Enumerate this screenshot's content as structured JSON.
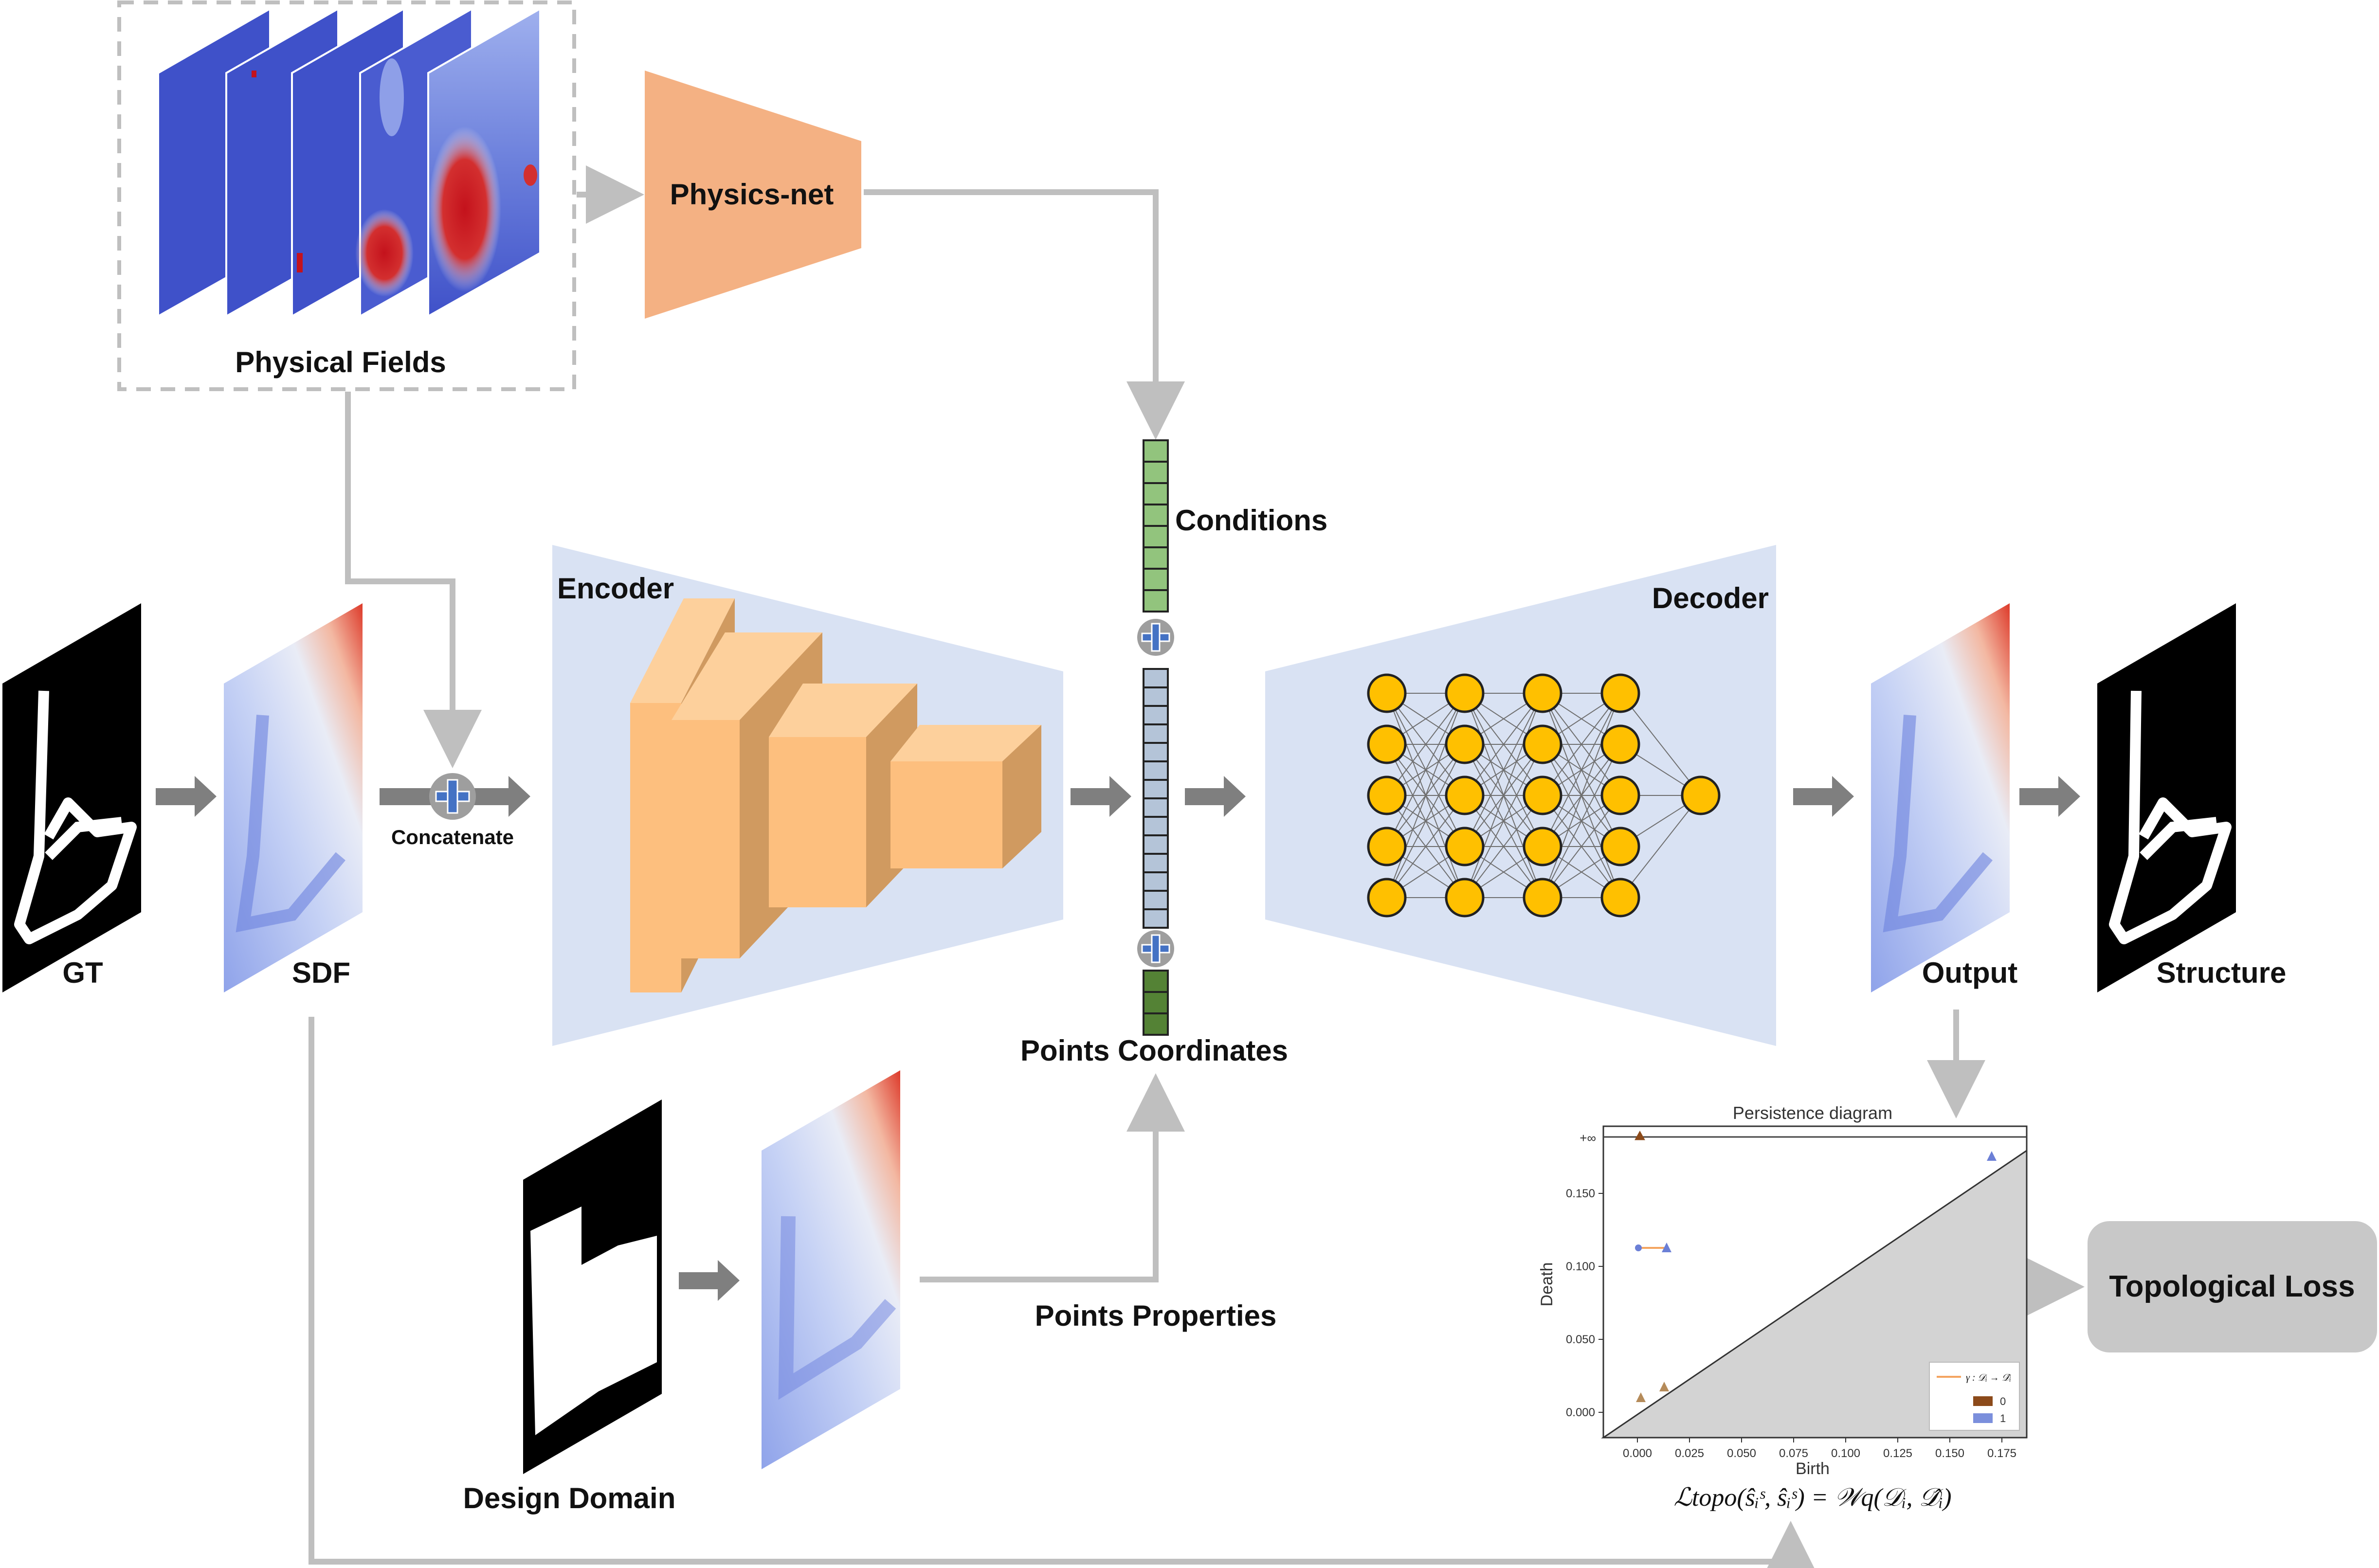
{
  "labels": {
    "physical_fields": "Physical Fields",
    "physics_net": "Physics-net",
    "conditions": "Conditions",
    "encoder": "Encoder",
    "decoder": "Decoder",
    "concatenate": "Concatenate",
    "gt": "GT",
    "sdf": "SDF",
    "output": "Output",
    "structure": "Structure",
    "points_coordinates": "Points Coordinates",
    "points_properties": "Points Properties",
    "design_domain": "Design Domain",
    "topological_loss": "Topological Loss",
    "loss_formula": "ℒtopo(ŝᵢˢ, ŝᵢˢ) = 𝒲q(𝒟ᵢ, 𝒟̂ᵢ)"
  },
  "persistence": {
    "title": "Persistence diagram",
    "xlabel": "Birth",
    "ylabel": "Death",
    "inf_label": "+∞",
    "x_ticks": [
      "0.000",
      "0.025",
      "0.050",
      "0.075",
      "0.100",
      "0.125",
      "0.150",
      "0.175"
    ],
    "y_ticks": [
      "0.000",
      "0.050",
      "0.100",
      "0.150"
    ],
    "legend_arrow": "γ : 𝒟ᵢ → 𝒟̂ᵢ",
    "legend_dim0": "0",
    "legend_dim1": "1"
  },
  "colors": {
    "field_blue": "#3f51c9",
    "physics_net": "#f4b183",
    "encoder_face": "#fdbf7e",
    "encoder_side": "#d09a60",
    "trapezoid_bg": "#d9e2f3",
    "node_fill": "#ffc000",
    "conditions_green": "#92c47d",
    "points_green": "#548235",
    "latent_gray": "#b4c4d8",
    "arrow_gray": "#7f7f7f",
    "line_gray": "#bfbfbf",
    "topo_box": "#c8c8c8"
  }
}
